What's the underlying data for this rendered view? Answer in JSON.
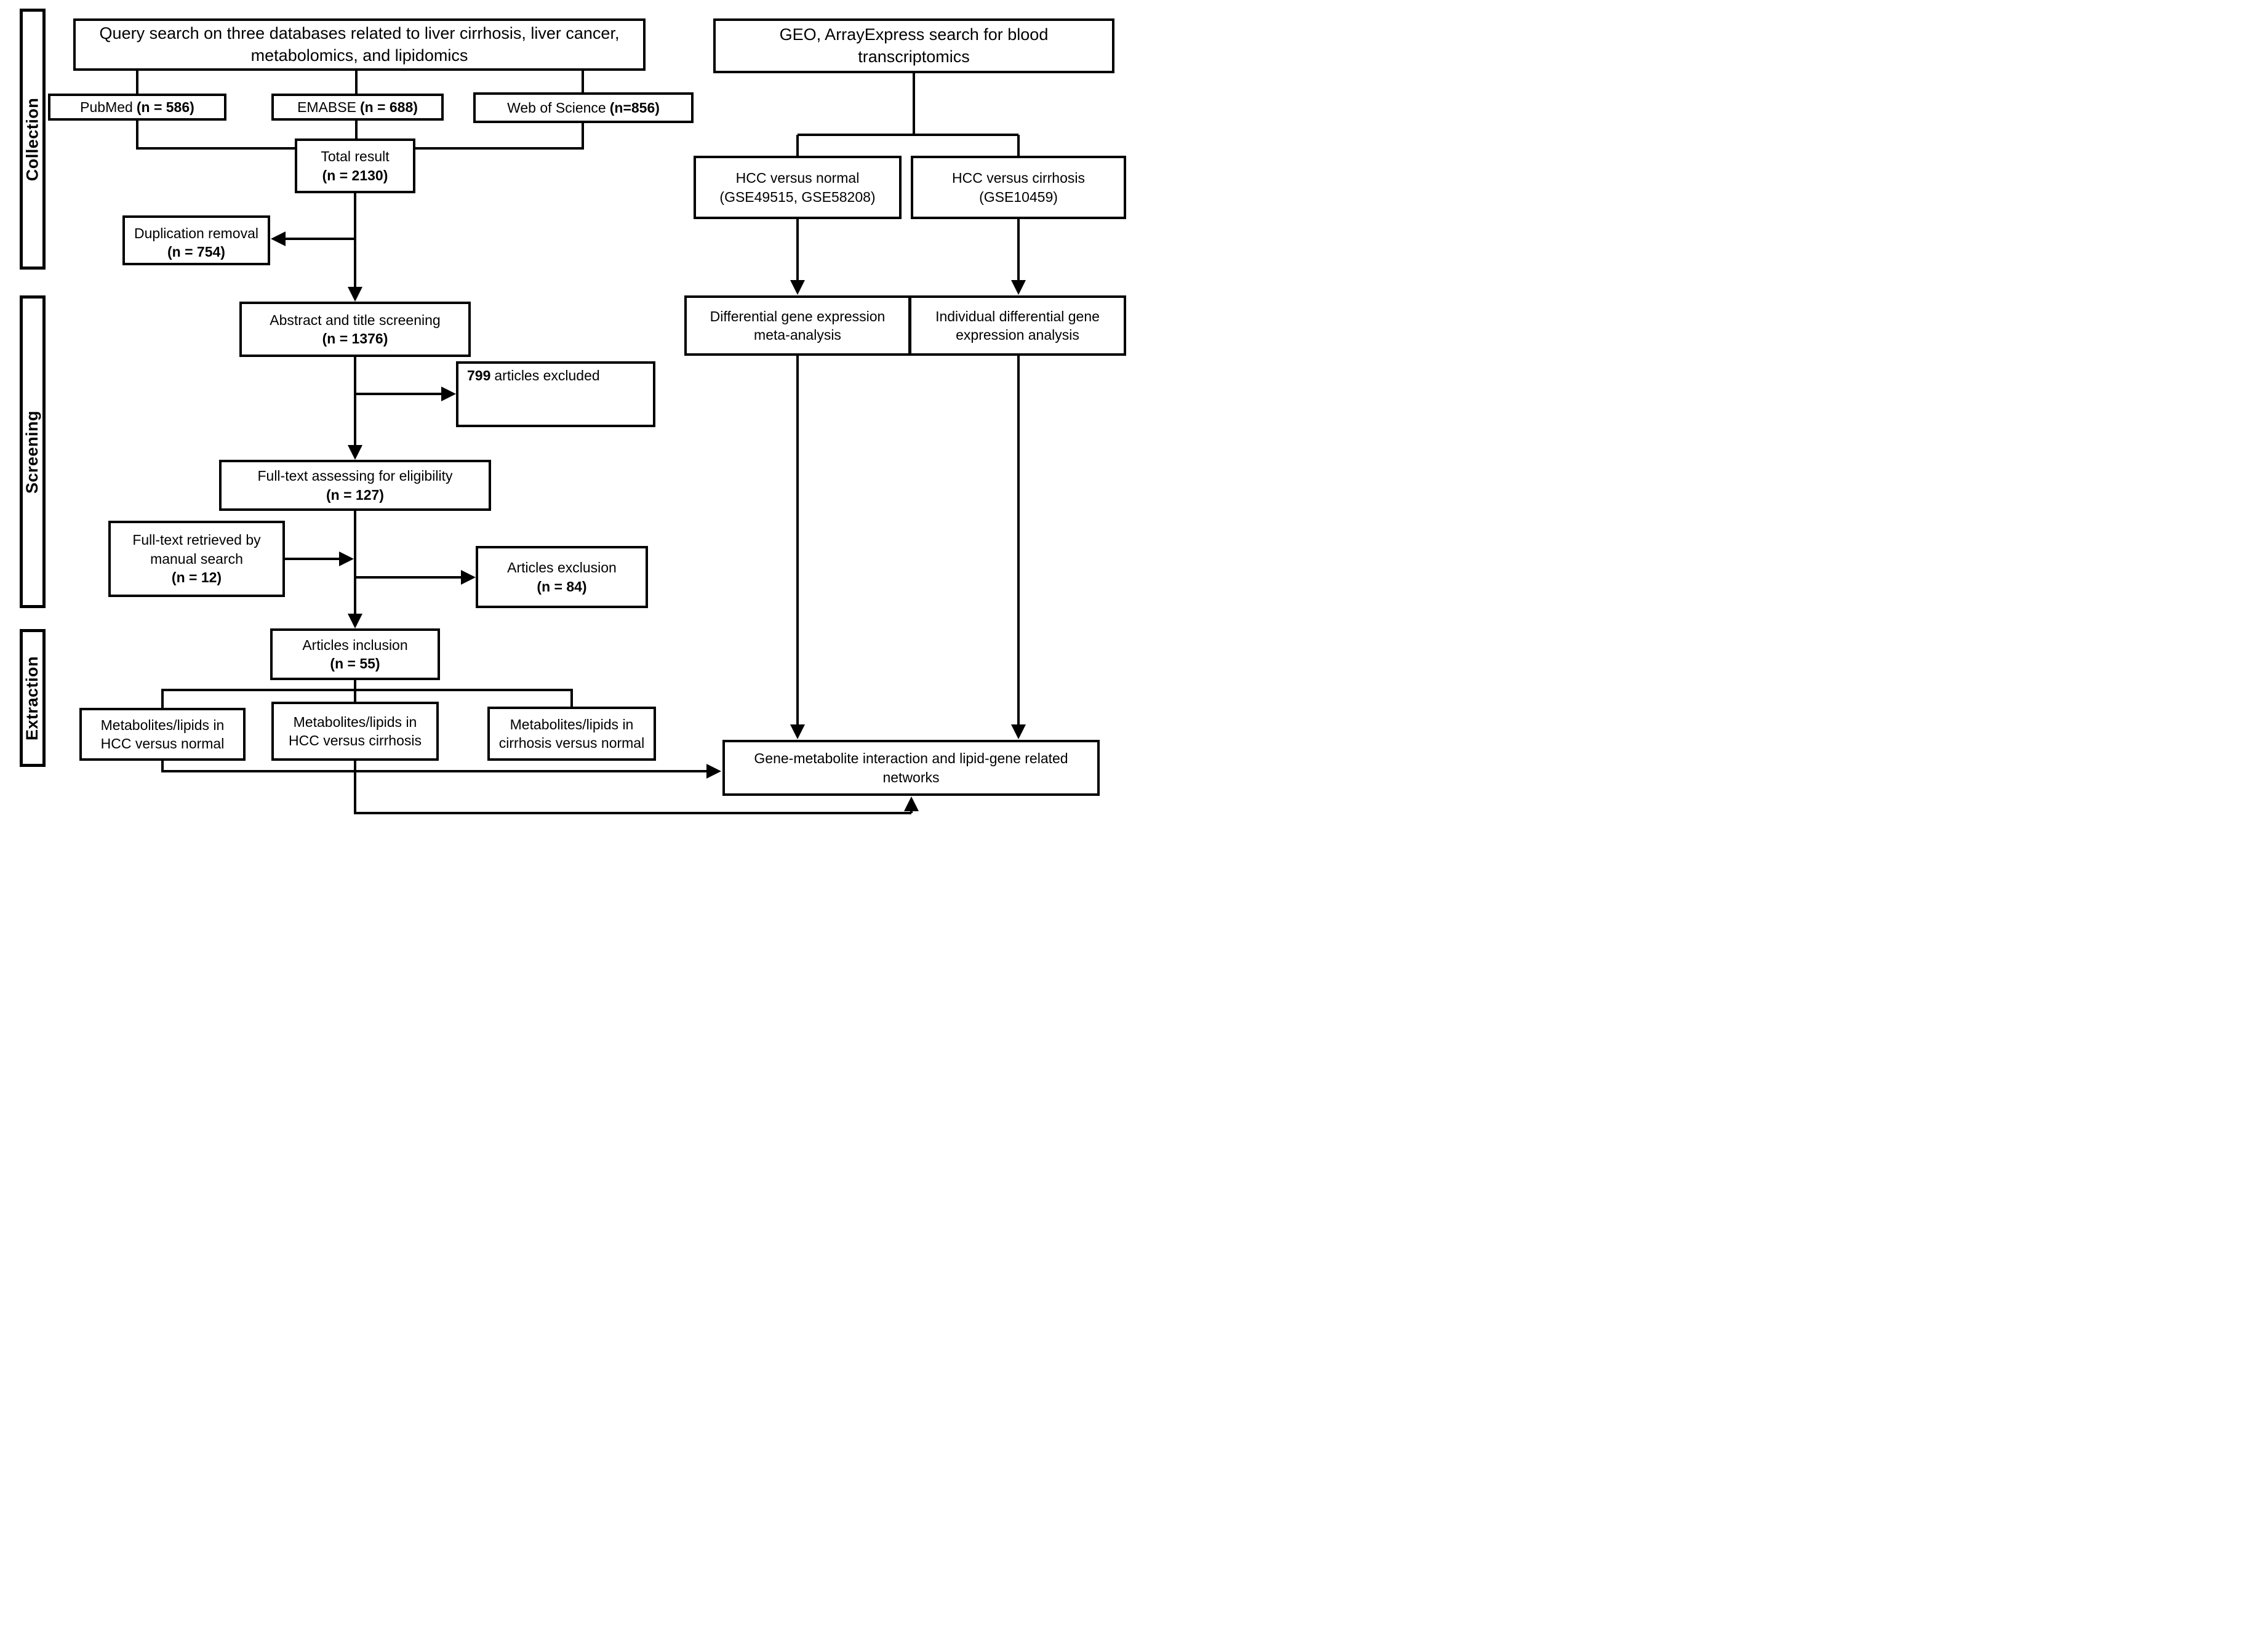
{
  "colors": {
    "line": "#000000",
    "box_border": "#000000",
    "box_bg": "#ffffff"
  },
  "phases": {
    "collection": "Collection",
    "screening": "Screening",
    "extraction": "Extraction"
  },
  "left_flow": {
    "query": "Query search on three databases related to liver cirrhosis, liver cancer, metabolomics, and lipidomics",
    "pubmed_name": "PubMed",
    "pubmed_count": "(n = 586)",
    "embase_name": "EMABSE",
    "embase_count": "(n = 688)",
    "wos_name": "Web of Science",
    "wos_count": "(n=856)",
    "total_text": "Total result",
    "total_count": "(n = 2130)",
    "duplication_text": "Duplication removal",
    "duplication_count": "(n = 754)",
    "abstract_text": "Abstract and title screening",
    "abstract_count": "(n = 1376)",
    "excluded_count": "799",
    "excluded_text": "articles excluded",
    "fulltext_text": "Full-text assessing for eligibility",
    "fulltext_count": "(n = 127)",
    "manual_text": "Full-text retrieved by manual search",
    "manual_count": "(n = 12)",
    "exclusion_text": "Articles exclusion",
    "exclusion_count": "(n = 84)",
    "inclusion_text": "Articles inclusion",
    "inclusion_count": "(n = 55)",
    "group_hcc_normal": "Metabolites/lipids in HCC versus normal",
    "group_hcc_cirrhosis": "Metabolites/lipids in HCC versus cirrhosis",
    "group_cirrhosis_normal": "Metabolites/lipids in cirrhosis versus normal"
  },
  "right_flow": {
    "geo": "GEO, ArrayExpress search for blood transcriptomics",
    "hcc_normal_line1": "HCC versus normal",
    "hcc_normal_line2": "(GSE49515, GSE58208)",
    "hcc_cirrhosis_line1": "HCC versus cirrhosis",
    "hcc_cirrhosis_line2": "(GSE10459)",
    "meta_analysis": "Differential gene expression meta-analysis",
    "individual_analysis": "Individual differential gene expression analysis",
    "network": "Gene-metabolite interaction and lipid-gene related networks"
  }
}
